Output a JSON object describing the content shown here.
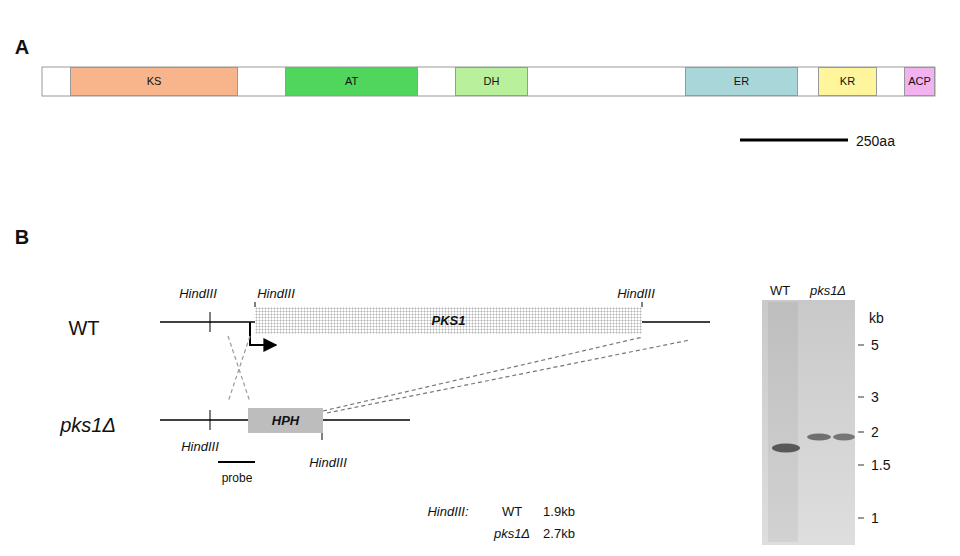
{
  "diagram": {
    "nodes": [
      {
        "text": [
          "KS"
        ]
      },
      {
        "text": [
          "AT"
        ]
      },
      {
        "text": [
          "DH"
        ]
      },
      {
        "text": [
          "ER"
        ]
      },
      {
        "text": [
          "KR"
        ]
      },
      {
        "text": [
          "ACP"
        ]
      },
      {
        "text": [
          "PKS1"
        ]
      },
      {
        "text": [
          "HPH"
        ]
      }
    ],
    "labels": [
      "A",
      "250aa",
      "B",
      "WT",
      "HindIII",
      "HindIII",
      "HindIII",
      "pks1Δ",
      "HindIII",
      "HindIII",
      "probe",
      "HindIII:",
      "WT",
      "1.9kb",
      "pks1Δ",
      "2.7kb",
      "WT",
      "pks1Δ",
      "kb",
      "5",
      "3",
      "2",
      "1.5",
      "1"
    ]
  }
}
